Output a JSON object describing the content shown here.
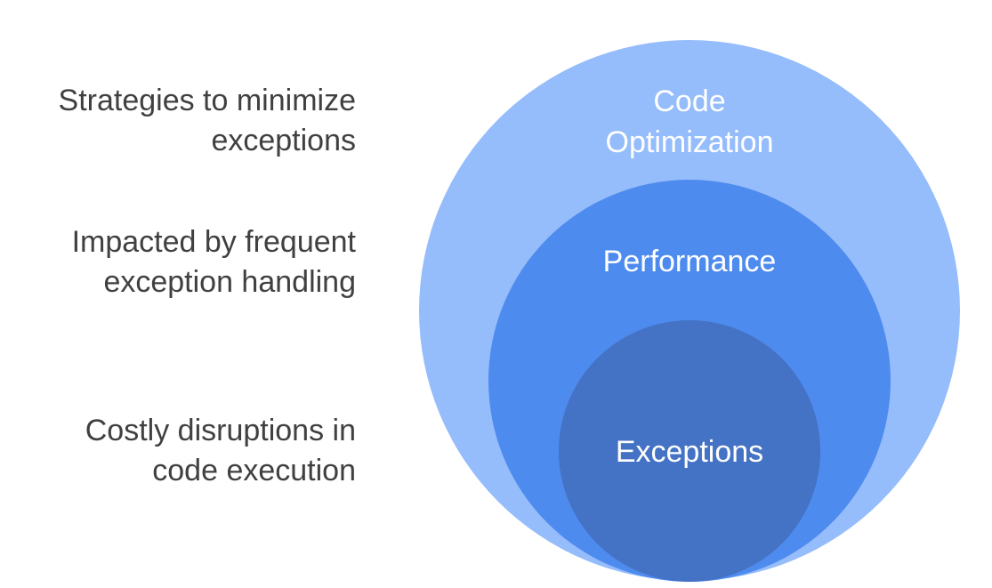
{
  "descriptions": {
    "optimization": [
      "Strategies to minimize",
      "exceptions"
    ],
    "performance": [
      "Impacted by frequent",
      "exception handling"
    ],
    "exceptions": [
      "Costly disruptions in",
      "code execution"
    ]
  },
  "circles": {
    "outer": {
      "label": [
        "Code",
        "Optimization"
      ],
      "color": "#95bcfb"
    },
    "middle": {
      "label": [
        "Performance"
      ],
      "color": "#4e8bee"
    },
    "inner": {
      "label": [
        "Exceptions"
      ],
      "color": "#4472c4"
    }
  },
  "text_color": "#404040"
}
